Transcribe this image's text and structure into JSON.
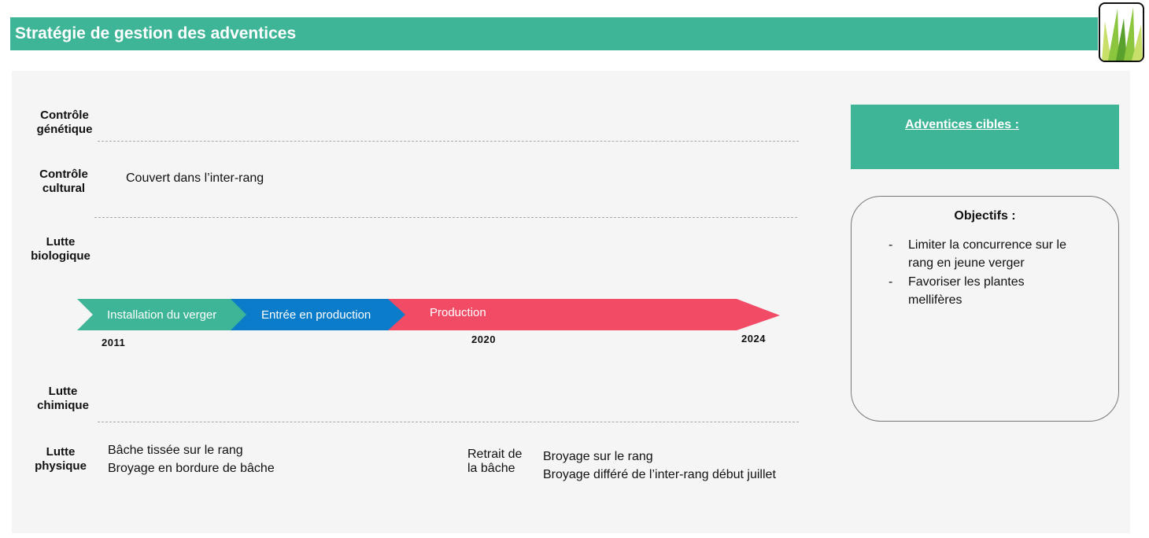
{
  "header": {
    "title": "Stratégie de gestion des adventices"
  },
  "logo": {
    "icon": "grass-icon",
    "colors": [
      "#8cc63f",
      "#5aa02c",
      "#c8e06a"
    ]
  },
  "rows": {
    "genetique": {
      "label_line1": "Contrôle",
      "label_line2": "génétique"
    },
    "cultural": {
      "label_line1": "Contrôle",
      "label_line2": "cultural",
      "text": "Couvert dans l’inter-rang"
    },
    "biologique": {
      "label_line1": "Lutte",
      "label_line2": "biologique"
    },
    "chimique": {
      "label_line1": "Lutte",
      "label_line2": "chimique"
    },
    "physique": {
      "label_line1": "Lutte",
      "label_line2": "physique",
      "text_left_1": "Bâche tissée sur le rang",
      "text_left_2": "Broyage en bordure de bâche",
      "text_mid_1": "Retrait de",
      "text_mid_2": "la bâche",
      "text_right_1": "Broyage sur le rang",
      "text_right_2": "Broyage différé de l’inter-rang début juillet"
    }
  },
  "timeline": {
    "phases": [
      {
        "label": "Installation du verger",
        "color": "#3db596"
      },
      {
        "label": "Entrée en production",
        "color": "#0a7cc9"
      },
      {
        "label": "Production",
        "color": "#f24b66"
      }
    ],
    "years": [
      "2011",
      "2020",
      "2024"
    ]
  },
  "sidebar": {
    "target_title": "Adventices cibles :",
    "objectives_title": "Objectifs :",
    "bullet": "-",
    "objectives": [
      {
        "line1": "Limiter la concurrence sur le",
        "line2": "rang en jeune verger"
      },
      {
        "line1": "Favoriser les plantes",
        "line2": "mellifères"
      }
    ]
  }
}
